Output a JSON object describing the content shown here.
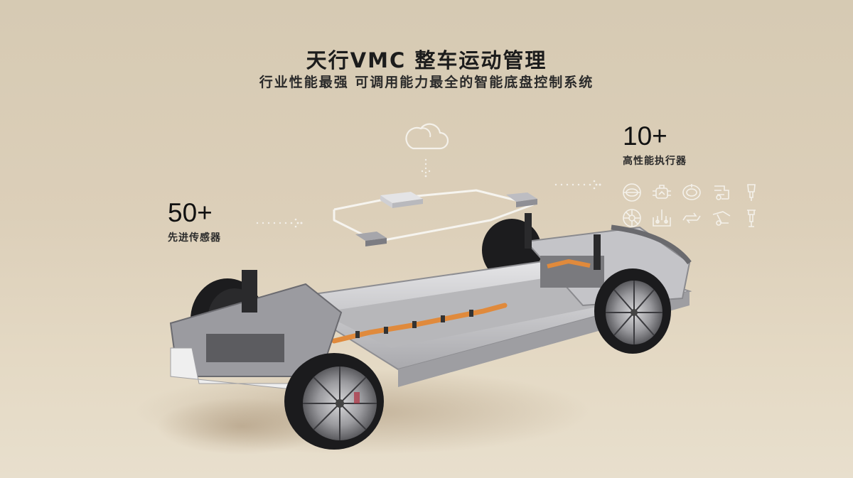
{
  "header": {
    "title": "天行VMC 整车运动管理",
    "subtitle": "行业性能最强 可调用能力最全的智能底盘控制系统"
  },
  "stats": {
    "sensors": {
      "value": "50+",
      "label": "先进传感器"
    },
    "actuators": {
      "value": "10+",
      "label": "高性能执行器"
    }
  },
  "icons": {
    "cloud": "cloud-icon",
    "actuators": [
      "steering-wheel-icon",
      "motor-icon",
      "rotation-icon",
      "suspension-icon",
      "damper-icon",
      "brake-disc-icon",
      "controller-icon",
      "transfer-icon",
      "steering-linkage-icon",
      "shock-absorber-icon"
    ]
  },
  "colors": {
    "background": "#d8ccb6",
    "text": "#1c1c1c",
    "accent_orange": "#e08a3c",
    "line_white": "#f5f3ee"
  }
}
